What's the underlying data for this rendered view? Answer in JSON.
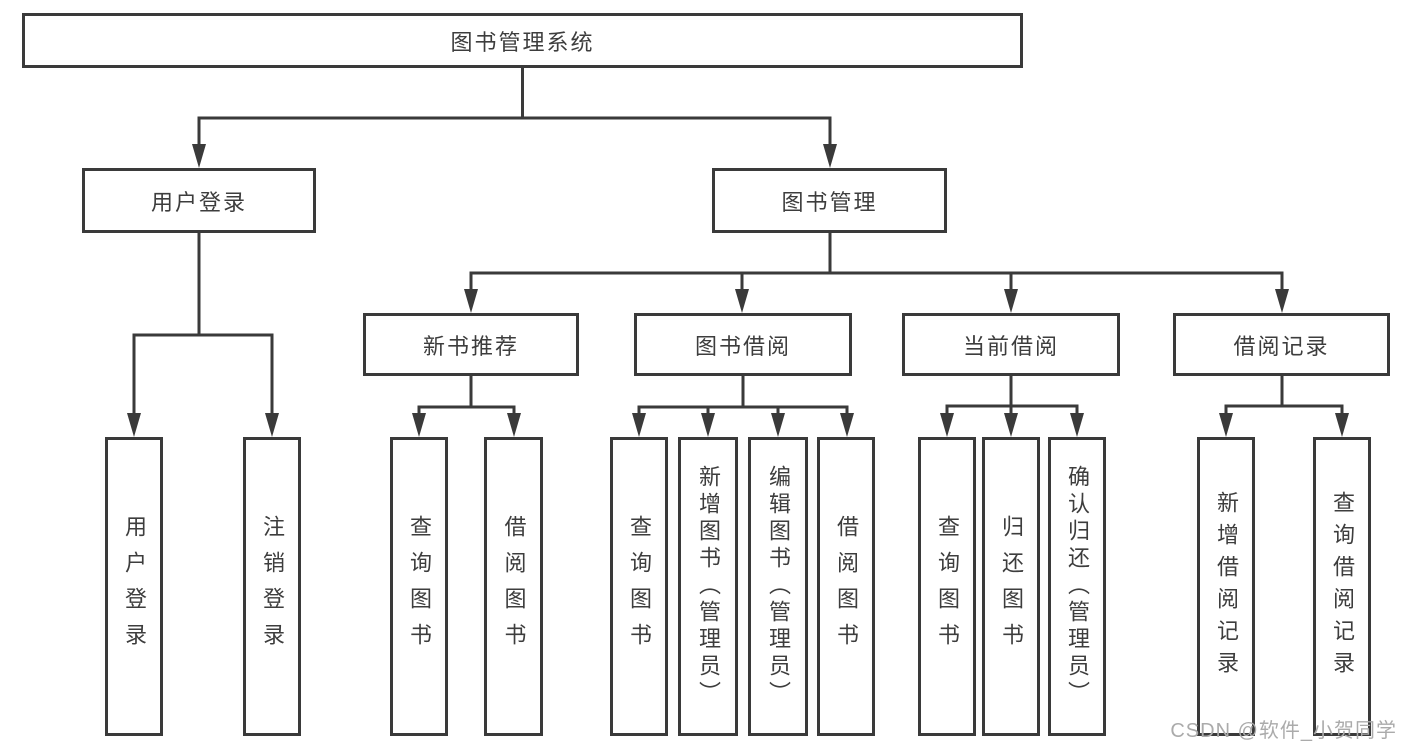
{
  "diagram": {
    "colors": {
      "line": "#3a3a3a",
      "text": "#3d3d3d",
      "box_background": "#ffffff",
      "background": "#ffffff",
      "watermark": "#ababab"
    },
    "root": {
      "label": "图书管理系统",
      "children": [
        {
          "label": "用户登录",
          "children": [
            {
              "label": "用户登录"
            },
            {
              "label": "注销登录"
            }
          ]
        },
        {
          "label": "图书管理",
          "children": [
            {
              "label": "新书推荐",
              "children": [
                {
                  "label": "查询图书"
                },
                {
                  "label": "借阅图书"
                }
              ]
            },
            {
              "label": "图书借阅",
              "children": [
                {
                  "label": "查询图书"
                },
                {
                  "label": "新增图书（管理员）"
                },
                {
                  "label": "编辑图书（管理员）"
                },
                {
                  "label": "借阅图书"
                }
              ]
            },
            {
              "label": "当前借阅",
              "children": [
                {
                  "label": "查询图书"
                },
                {
                  "label": "归还图书"
                },
                {
                  "label": "确认归还（管理员）"
                }
              ]
            },
            {
              "label": "借阅记录",
              "children": [
                {
                  "label": "新增借阅记录"
                },
                {
                  "label": "查询借阅记录"
                }
              ]
            }
          ]
        }
      ]
    },
    "watermark": "CSDN @软件_小贺同学"
  }
}
